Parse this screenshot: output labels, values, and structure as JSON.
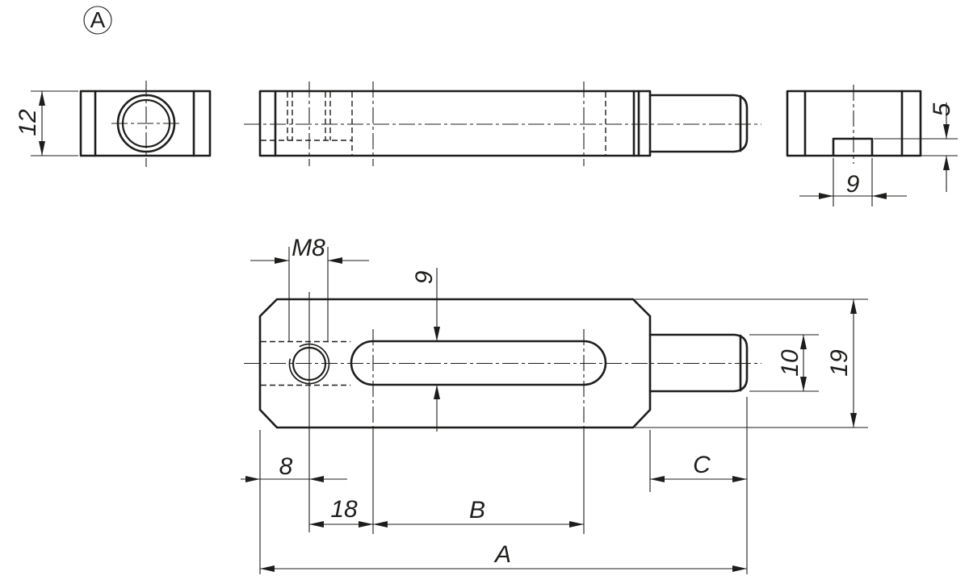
{
  "drawing": {
    "view_label": "A",
    "dims": {
      "thickness": "12",
      "notch_depth": "5",
      "notch_width": "9",
      "thread": "M8",
      "slot_width": "9",
      "stud_diameter": "10",
      "body_width": "19",
      "hole_offset": "8",
      "hole_to_slot": "18",
      "slot_length": "B",
      "stud_length": "C",
      "overall_length": "A"
    },
    "colors": {
      "line": "#1d1d1b",
      "background": "#ffffff"
    }
  }
}
